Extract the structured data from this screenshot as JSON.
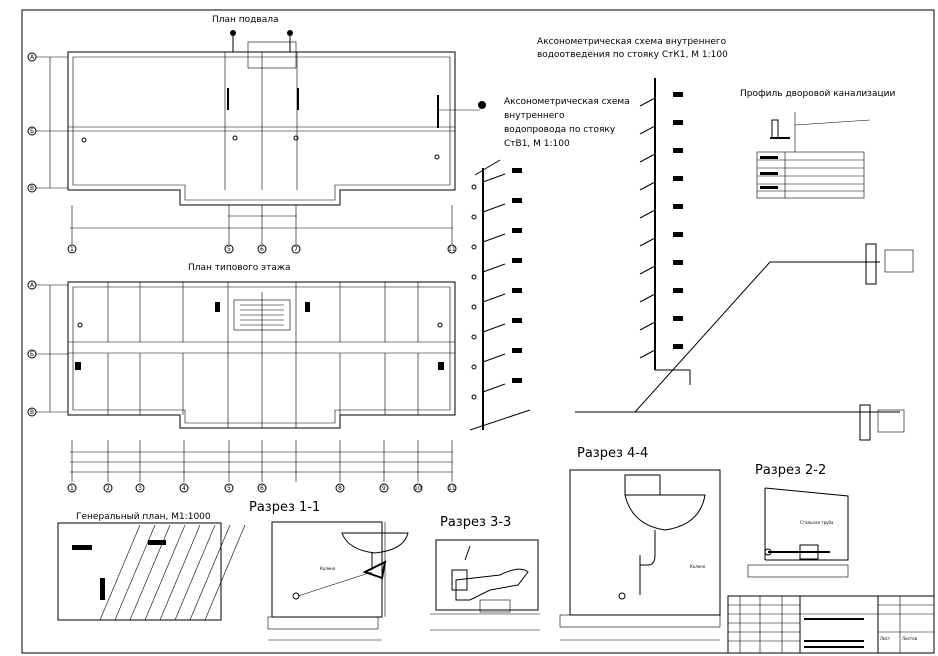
{
  "titles": {
    "basement_plan": "План подвала",
    "typical_floor_plan": "План типового этажа",
    "sewer_axon_line1": "Аксонометрическая схема внутреннего",
    "sewer_axon_line2": "водоотведения по стояку СтК1, М 1:100",
    "water_axon_line1": "Аксонометрическая схема",
    "water_axon_line2": "внутреннего",
    "water_axon_line3": "водопровода по стояку",
    "water_axon_line4": "СтВ1, М 1:100",
    "yard_profile": "Профиль дворовой канализации",
    "general_plan": "Генеральный план, М1:1000",
    "section_1_1": "Разрез 1-1",
    "section_2_2": "Разрез 2-2",
    "section_3_3": "Разрез 3-3",
    "section_4_4": "Разрез 4-4"
  },
  "plan_axes": {
    "rows": [
      "A",
      "Б",
      "В"
    ],
    "basement_cols": [
      "1",
      "5",
      "6",
      "7",
      "11"
    ],
    "typical_cols": [
      "1",
      "2",
      "3",
      "4",
      "5",
      "6",
      "8",
      "9",
      "10",
      "11"
    ]
  },
  "section_labels": {
    "valve_1_1": "Колено",
    "valve_4_4": "Колено",
    "pipe_2_2": "Стальная труба"
  },
  "title_block": {
    "sheet_label": "Лист",
    "sheets_label": "Листов"
  }
}
